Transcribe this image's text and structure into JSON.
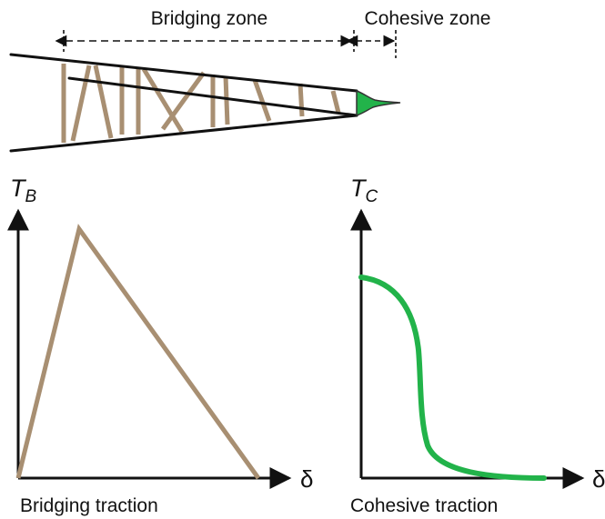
{
  "top": {
    "bridging_zone_label": "Bridging zone",
    "cohesive_zone_label": "Cohesive zone"
  },
  "left_plot": {
    "y_axis_symbol": "T",
    "y_axis_subscript": "B",
    "x_axis_symbol": "δ",
    "caption": "Bridging traction"
  },
  "right_plot": {
    "y_axis_symbol": "T",
    "y_axis_subscript": "C",
    "x_axis_symbol": "δ",
    "caption": "Cohesive traction"
  },
  "colors": {
    "fiber": "#a88f72",
    "cohesive": "#22b34a",
    "line": "#111111"
  }
}
